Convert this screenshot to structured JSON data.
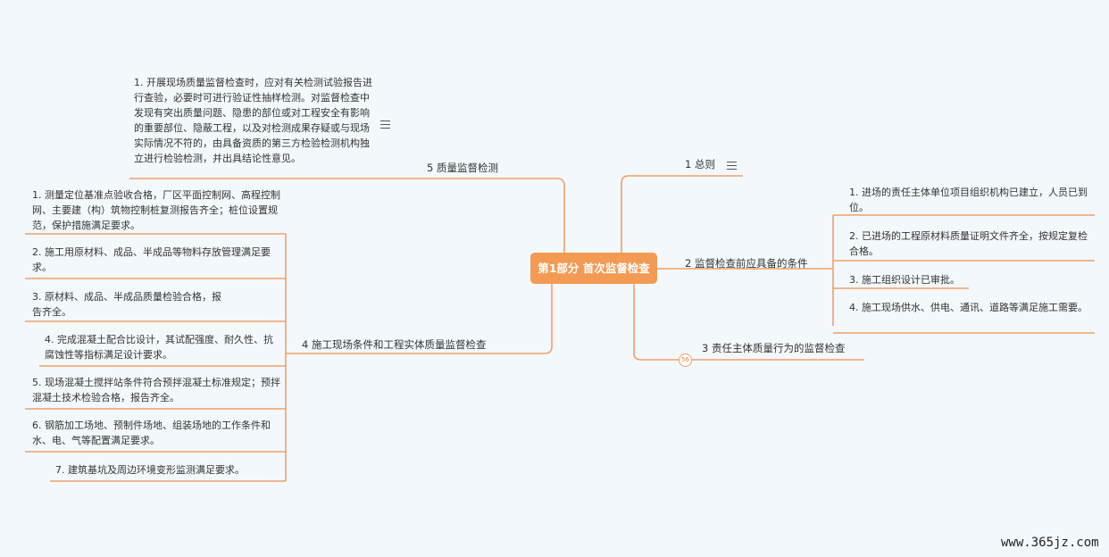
{
  "root": {
    "label": "第1部分 首次监督检查"
  },
  "topics": {
    "general": "1 总则",
    "conditions": "2 监督检查前应具备的条件",
    "responsibility": "3 责任主体质量行为的监督检查",
    "site": "4 施工现场条件和工程实体质量监督检查",
    "testing": "5 质量监督检测"
  },
  "conditions_items": [
    "1. 进场的责任主体单位项目组织机构已建立，人员已到位。",
    "2. 已进场的工程原材料质量证明文件齐全，按规定复检合格。",
    "3. 施工组织设计已审批。",
    "4. 施工现场供水、供电、通讯、道路等满足施工需要。"
  ],
  "responsibility_badge": "56",
  "testing_note": "1. 开展现场质量监督检查时，应对有关检测试验报告进行查验，必要时可进行验证性抽样检测。对监督检查中发现有突出质量问题、隐患的部位或对工程安全有影响的重要部位、隐蔽工程，以及对检测成果存疑或与现场实际情况不符的，由具备资质的第三方检验检测机构独立进行检验检测，并出具结论性意见。",
  "site_items": [
    "1. 测量定位基准点验收合格，厂区平面控制网、高程控制网、主要建（构）筑物控制桩复测报告齐全；桩位设置规范，保护措施满足要求。",
    "2. 施工用原材料、成品、半成品等物料存放管理满足要求。",
    "3. 原材料、成品、半成品质量检验合格，报告齐全。",
    "4. 完成混凝土配合比设计，其试配强度、耐久性、抗腐蚀性等指标满足设计要求。",
    "5. 现场混凝土搅拌站条件符合预拌混凝土标准规定；预拌混凝土技术检验合格，报告齐全。",
    "6. 钢筋加工场地、预制件场地、组装场地的工作条件和水、电、气等配置满足要求。",
    "7. 建筑基坑及周边环境变形监测满足要求。"
  ],
  "watermark": "www.365jz.com",
  "colors": {
    "line": "#f0a06a",
    "root": "#f39a54",
    "background": "#f3f8fc"
  }
}
